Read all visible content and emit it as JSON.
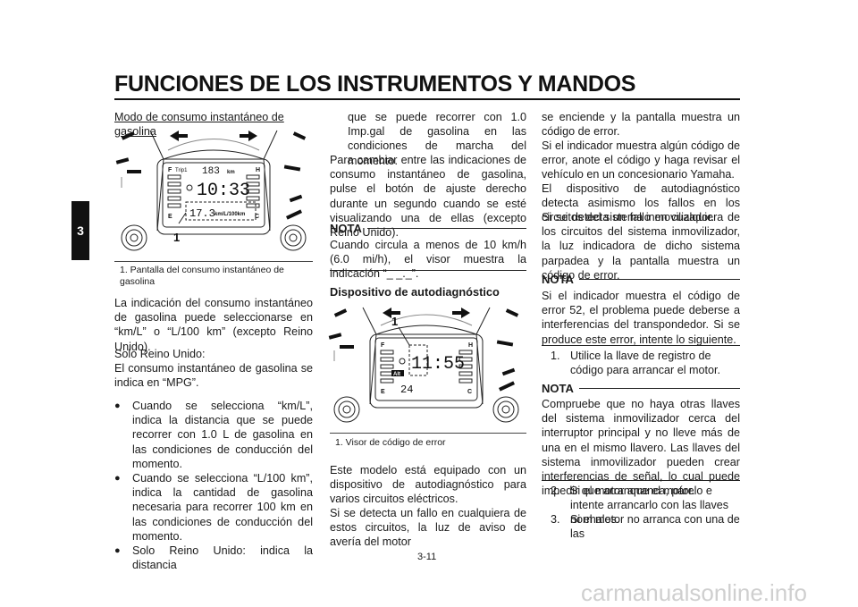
{
  "header": {
    "title": "FUNCIONES DE LOS INSTRUMENTOS Y MANDOS",
    "chapter_tab": "3"
  },
  "col1": {
    "heading": "Modo de consumo instantáneo de gasolina",
    "figure_callout": "1",
    "figure_lcd": {
      "trip": "Trip1",
      "trip_value": "183",
      "trip_unit": "km",
      "clock": "10:33",
      "consumption": "17.3",
      "consumption_unit": "km/L/100km",
      "fuel_e": "E",
      "fuel_f": "F",
      "temp_c": "C",
      "temp_h": "H"
    },
    "caption": "1.  Pantalla del consumo instantáneo de gasolina",
    "p1": "La indicación del consumo instantáneo de gasolina puede seleccionarse en “km/L” o “L/100 km” (excepto Reino Unido).",
    "p2_a": "Solo Reino Unido:",
    "p2_b": "El consumo instantáneo de gasolina se indica en “MPG”.",
    "bullets": [
      "Cuando se selecciona “km/L”, indica la distancia que se puede recorrer con 1.0 L de gasolina en las condiciones de conducción del momento.",
      "Cuando se selecciona “L/100 km”, indica la cantidad de gasolina necesaria para recorrer 100 km en las condiciones de conducción del momento.",
      "Solo Reino Unido: indica la distancia"
    ]
  },
  "col2": {
    "cont": "que se puede recorrer con 1.0 Imp.gal de gasolina en las condiciones de marcha del momento.",
    "p1": "Para cambiar entre las indicaciones de consumo instantáneo de gasolina, pulse el botón de ajuste derecho durante un segundo cuando se esté visualizando una de ellas (excepto Reino Unido).",
    "nota_label": "NOTA",
    "nota_text": "Cuando circula a menos de 10 km/h (6.0 mi/h), el visor muestra la indicación “_ _._”.",
    "heading": "Dispositivo de autodiagnóstico",
    "figure_callout": "1",
    "figure_lcd": {
      "clock": "11:55",
      "alt": "Alt",
      "code": "24",
      "fuel_e": "E",
      "fuel_f": "F",
      "temp_c": "C",
      "temp_h": "H"
    },
    "caption": "1.  Visor de código de error",
    "p2": "Este modelo está equipado con un dispositivo de autodiagnóstico para varios circuitos eléctricos.",
    "p3": "Si se detecta un fallo en cualquiera de estos circuitos, la luz de aviso de avería del motor"
  },
  "col3": {
    "p1": "se enciende y la pantalla muestra un código de error.",
    "p2": "Si el indicador muestra algún código de error, anote el código y haga revisar el vehículo en un concesionario Yamaha.",
    "p3": "El dispositivo de autodiagnóstico detecta asimismo los fallos en los circuitos del sistema inmovilizador.",
    "p4": "Si se detecta un fallo en cualquiera de los circuitos del sistema inmovilizador, la luz indicadora de dicho sistema parpadea y la pantalla muestra un código de error.",
    "nota1_label": "NOTA",
    "nota1_text": "Si el indicador muestra el código de error 52, el problema puede deberse a interferencias del transpondedor. Si se produce este error, intente lo siguiente.",
    "step1_n": "1.",
    "step1": "Utilice la llave de registro de código para arrancar el motor.",
    "nota2_label": "NOTA",
    "nota2_text": "Compruebe que no haya otras llaves del sistema inmovilizador cerca del interruptor principal y no lleve más de una en el mismo llavero. Las llaves del sistema inmovilizador pueden crear interferencias de señal, lo cual puede impedir que arranque el motor.",
    "step2_n": "2.",
    "step2": "Si el motor arranca, párelo e intente arrancarlo con las llaves normales.",
    "step3_n": "3.",
    "step3": "Si el motor no arranca con una de las"
  },
  "footer": {
    "page_number": "3-11",
    "watermark": "carmanualsonline.info"
  }
}
